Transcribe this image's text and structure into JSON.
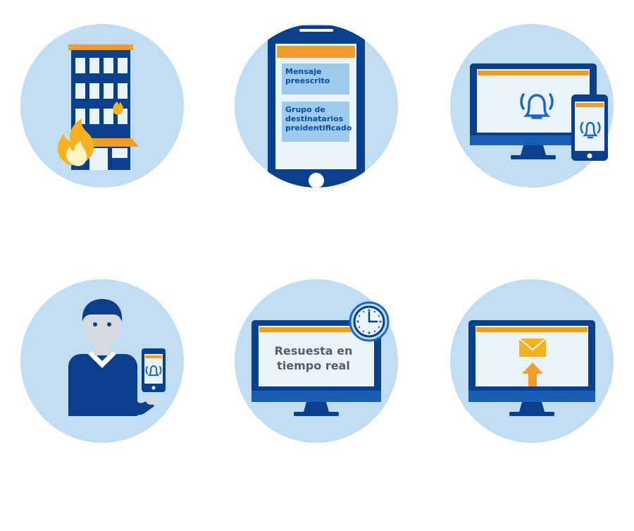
{
  "colors": {
    "circle_bg": "#c1ddf4",
    "navy": "#0a3f8c",
    "accent_orange": "#f39c2b",
    "screen_light": "#e8f3fb",
    "card_blue": "#9ccbee"
  },
  "tiles": [
    {
      "icon": "burning-building-icon"
    },
    {
      "icon": "smartphone-message-icon",
      "cards": [
        {
          "lines": [
            "Mensaje",
            "preescrito"
          ]
        },
        {
          "lines": [
            "Grupo de",
            "destinatarios",
            "preidentificado"
          ]
        }
      ]
    },
    {
      "icon": "desktop-and-phone-alert-icon"
    },
    {
      "icon": "person-with-phone-icon"
    },
    {
      "icon": "monitor-clock-icon",
      "lines": [
        "Resuesta en",
        "tiempo real"
      ]
    },
    {
      "icon": "monitor-email-upload-icon"
    }
  ]
}
